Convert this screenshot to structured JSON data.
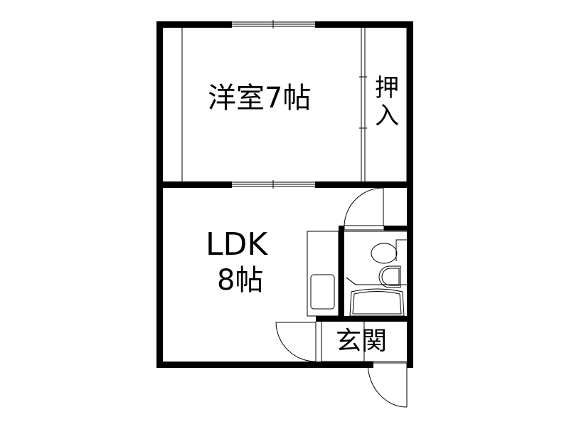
{
  "floor_plan": {
    "rooms": [
      {
        "id": "western_room",
        "label": "洋室7帖"
      },
      {
        "id": "closet",
        "label": "押入"
      },
      {
        "id": "ldk",
        "label_line1": "LDK",
        "label_line2": "8帖"
      },
      {
        "id": "entrance",
        "label": "玄関"
      }
    ],
    "colors": {
      "wall": "#000000",
      "line": "#000000",
      "background": "#ffffff"
    }
  }
}
